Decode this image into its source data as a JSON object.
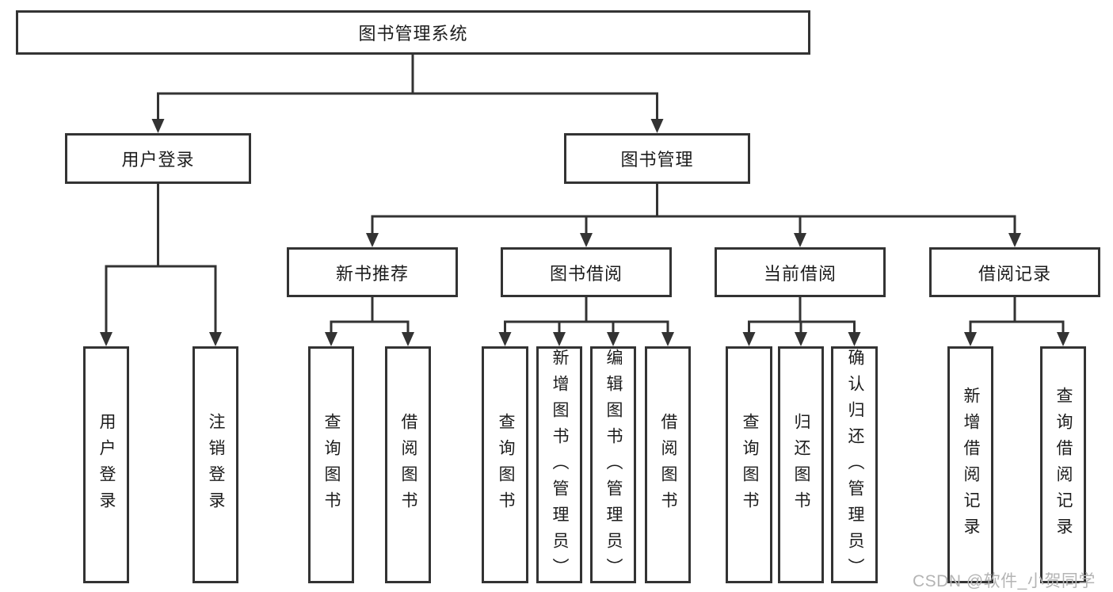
{
  "diagram": {
    "root": {
      "label": "图书管理系统"
    },
    "branches": [
      {
        "label": "用户登录",
        "children": [
          {
            "label": "用户登录"
          },
          {
            "label": "注销登录"
          }
        ]
      },
      {
        "label": "图书管理",
        "children": [
          {
            "label": "新书推荐",
            "children": [
              {
                "label": "查询图书"
              },
              {
                "label": "借阅图书"
              }
            ]
          },
          {
            "label": "图书借阅",
            "children": [
              {
                "label": "查询图书"
              },
              {
                "label": "新增图书（管理员）"
              },
              {
                "label": "编辑图书（管理员）"
              },
              {
                "label": "借阅图书"
              }
            ]
          },
          {
            "label": "当前借阅",
            "children": [
              {
                "label": "查询图书"
              },
              {
                "label": "归还图书"
              },
              {
                "label": "确认归还（管理员）"
              }
            ]
          },
          {
            "label": "借阅记录",
            "children": [
              {
                "label": "新增借阅记录"
              },
              {
                "label": "查询借阅记录"
              }
            ]
          }
        ]
      }
    ],
    "watermark": "CSDN @软件_小贺同学",
    "colors": {
      "line": "#333333",
      "text": "#1c1c1c",
      "background": "#ffffff",
      "watermark": "#b4b4b4"
    }
  }
}
